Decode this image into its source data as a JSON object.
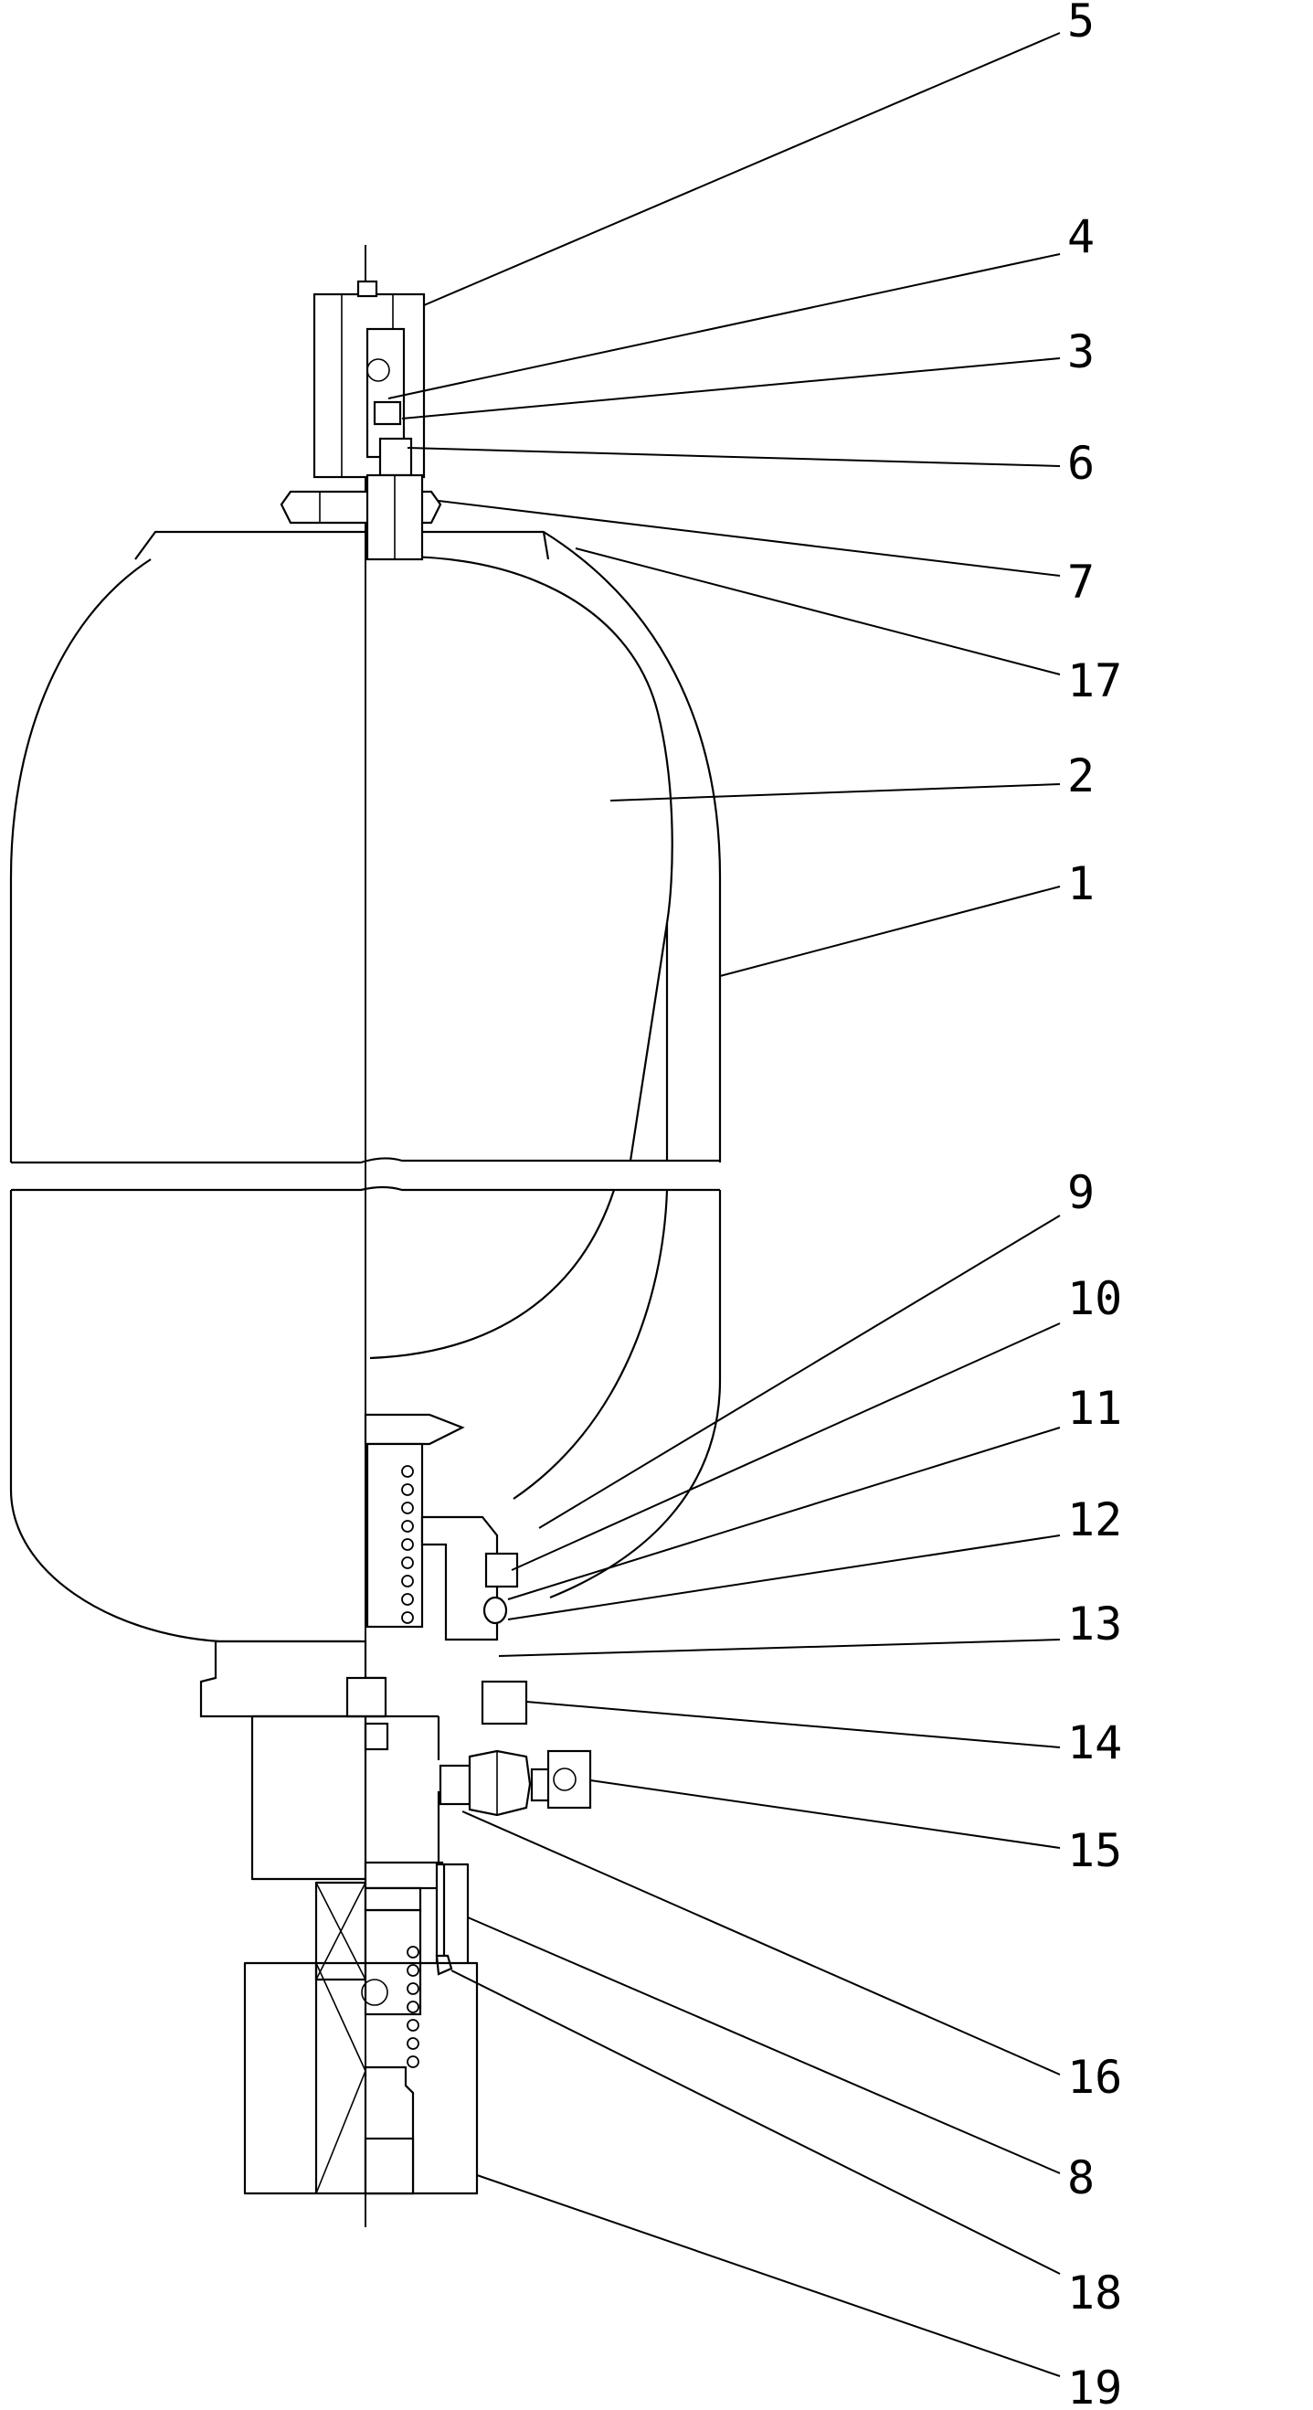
{
  "callouts": [
    {
      "id": "c5",
      "label": "5"
    },
    {
      "id": "c4",
      "label": "4"
    },
    {
      "id": "c3",
      "label": "3"
    },
    {
      "id": "c6",
      "label": "6"
    },
    {
      "id": "c7",
      "label": "7"
    },
    {
      "id": "c17",
      "label": "17"
    },
    {
      "id": "c2",
      "label": "2"
    },
    {
      "id": "c1",
      "label": "1"
    },
    {
      "id": "c9",
      "label": "9"
    },
    {
      "id": "c10",
      "label": "10"
    },
    {
      "id": "c11",
      "label": "11"
    },
    {
      "id": "c12",
      "label": "12"
    },
    {
      "id": "c13",
      "label": "13"
    },
    {
      "id": "c14",
      "label": "14"
    },
    {
      "id": "c15",
      "label": "15"
    },
    {
      "id": "c16",
      "label": "16"
    },
    {
      "id": "c8",
      "label": "8"
    },
    {
      "id": "c18",
      "label": "18"
    },
    {
      "id": "c19",
      "label": "19"
    }
  ]
}
